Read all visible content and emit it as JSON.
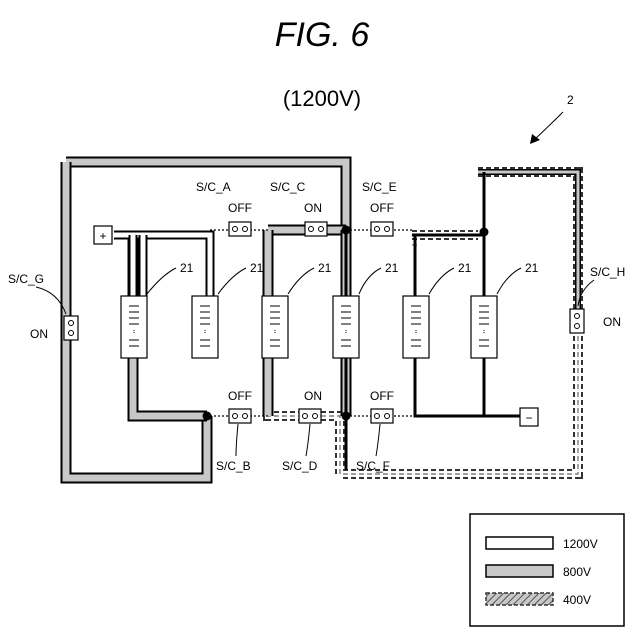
{
  "figure": {
    "title": "FIG. 6",
    "voltage": "(1200V)",
    "ref_numeral": "2",
    "battery_label": "21"
  },
  "terminals": {
    "plus": "+",
    "minus": "−"
  },
  "switches": {
    "a": {
      "name": "S/C_A",
      "state": "OFF"
    },
    "b": {
      "name": "S/C_B",
      "state": "OFF"
    },
    "c": {
      "name": "S/C_C",
      "state": "ON"
    },
    "d": {
      "name": "S/C_D",
      "state": "ON"
    },
    "e": {
      "name": "S/C_E",
      "state": "OFF"
    },
    "f": {
      "name": "S/C_F",
      "state": "OFF"
    },
    "g": {
      "name": "S/C_G",
      "state": "ON"
    },
    "h": {
      "name": "S/C_H",
      "state": "ON"
    }
  },
  "legend": {
    "items": [
      {
        "label": "1200V"
      },
      {
        "label": "800V"
      },
      {
        "label": "400V"
      }
    ]
  }
}
